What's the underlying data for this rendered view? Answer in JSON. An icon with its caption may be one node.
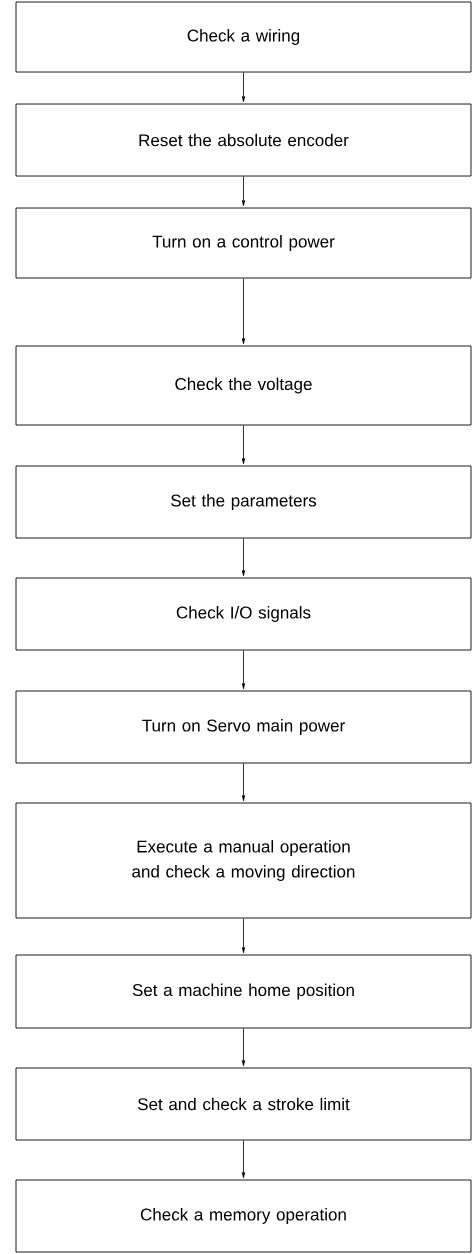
{
  "diagram": {
    "nodes": [
      {
        "text": [
          "Check a wiring"
        ]
      },
      {
        "text": [
          "Reset the absolute encoder"
        ]
      },
      {
        "text": [
          "Turn on a control power"
        ]
      },
      {
        "text": [
          "Check the voltage"
        ]
      },
      {
        "text": [
          "Set the parameters"
        ]
      },
      {
        "text": [
          "Check I/O signals"
        ]
      },
      {
        "text": [
          "Turn on Servo main power"
        ]
      },
      {
        "text": [
          "Execute a manual operation and check a moving direction"
        ]
      },
      {
        "text": [
          "Set a machine home position"
        ]
      },
      {
        "text": [
          "Set and check a stroke limit"
        ]
      },
      {
        "text": [
          "Check a memory operation"
        ]
      }
    ],
    "edges": [
      {
        "from": 0,
        "to": 1,
        "arrow": "to"
      },
      {
        "from": 1,
        "to": 2,
        "arrow": "to"
      },
      {
        "from": 2,
        "to": 3,
        "arrow": "to"
      },
      {
        "from": 3,
        "to": 4,
        "arrow": "to"
      },
      {
        "from": 4,
        "to": 5,
        "arrow": "to"
      },
      {
        "from": 5,
        "to": 6,
        "arrow": "to"
      },
      {
        "from": 6,
        "to": 7,
        "arrow": "to"
      },
      {
        "from": 7,
        "to": 8,
        "arrow": "to"
      },
      {
        "from": 8,
        "to": 9,
        "arrow": "to"
      },
      {
        "from": 9,
        "to": 10,
        "arrow": "to"
      }
    ]
  }
}
